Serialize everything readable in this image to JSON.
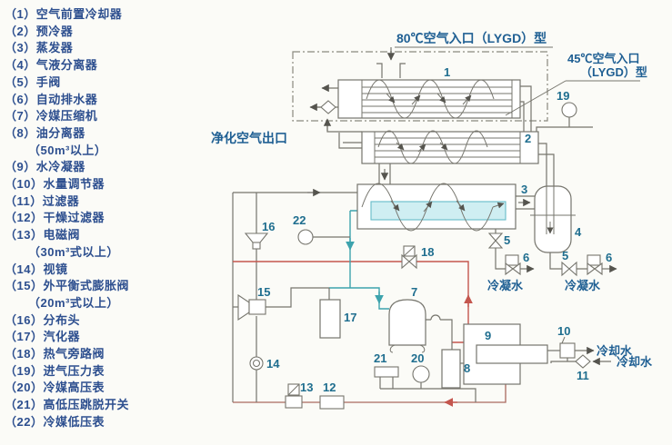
{
  "legend": {
    "items": [
      {
        "text": "（1）空气前置冷却器",
        "indent": false
      },
      {
        "text": "（2）预冷器",
        "indent": false
      },
      {
        "text": "（3）蒸发器",
        "indent": false
      },
      {
        "text": "（4）气液分离器",
        "indent": false
      },
      {
        "text": "（5）手阀",
        "indent": false
      },
      {
        "text": "（6）自动排水器",
        "indent": false
      },
      {
        "text": "（7）冷媒压缩机",
        "indent": false
      },
      {
        "text": "（8）油分离器",
        "indent": false
      },
      {
        "text": "（50m³以上）",
        "indent": true
      },
      {
        "text": "（9）水冷凝器",
        "indent": false
      },
      {
        "text": "（10）水量调节器",
        "indent": false
      },
      {
        "text": "（11）过滤器",
        "indent": false
      },
      {
        "text": "（12）干燥过滤器",
        "indent": false
      },
      {
        "text": "（13）电磁阀",
        "indent": false
      },
      {
        "text": "（30m³式以上）",
        "indent": true
      },
      {
        "text": "（14）视镜",
        "indent": false
      },
      {
        "text": "（15）外平衡式膨胀阀",
        "indent": false
      },
      {
        "text": "（20m³式以上）",
        "indent": true
      },
      {
        "text": "（16）分布头",
        "indent": false
      },
      {
        "text": "（17）汽化器",
        "indent": false
      },
      {
        "text": "（18）热气旁路阀",
        "indent": false
      },
      {
        "text": "（19）进气压力表",
        "indent": false
      },
      {
        "text": "（20）冷媒高压表",
        "indent": false
      },
      {
        "text": "（21）高低压跳脱开关",
        "indent": false
      },
      {
        "text": "（22）冷媒低压表",
        "indent": false
      }
    ]
  },
  "diagram": {
    "labels": {
      "air_inlet_80": "80℃空气入口（LYGD）型",
      "air_inlet_45_line1": "45℃空气入口",
      "air_inlet_45_line2": "（LYGD）型",
      "purified_air_outlet": "净化空气出口",
      "condensate_1": "冷凝水",
      "condensate_2": "冷凝水",
      "cooling_water_out": "冷却水",
      "cooling_water_in": "冷却水"
    },
    "component_numbers": {
      "c1": "1",
      "c2": "2",
      "c3": "3",
      "c4": "4",
      "c5a": "5",
      "c5b": "5",
      "c6a": "6",
      "c6b": "6",
      "c7": "7",
      "c8": "8",
      "c9": "9",
      "c10": "10",
      "c11": "11",
      "c12": "12",
      "c13": "13",
      "c14": "14",
      "c15": "15",
      "c16": "16",
      "c17": "17",
      "c18": "18",
      "c19": "19",
      "c20": "20",
      "c21": "21",
      "c22": "22"
    },
    "colors": {
      "legend_text": "#2d4f8f",
      "number_text": "#1f6e8f",
      "label_text": "#1f5f93",
      "line": "#76756d",
      "hot_gas_line": "#c4564e",
      "suction_line": "#3da3ad",
      "evaporator_band": "#cfeef2",
      "background": "#fbfbf7"
    }
  }
}
